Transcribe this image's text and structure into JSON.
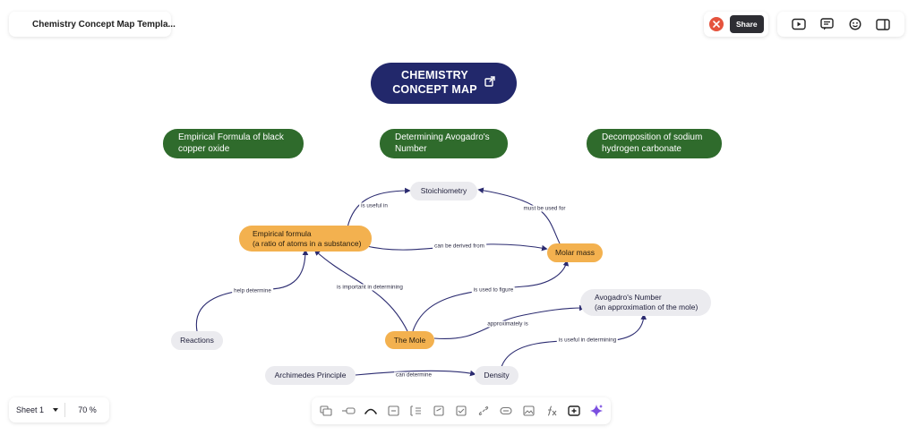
{
  "header": {
    "doc_title": "Chemistry Concept Map Templa...",
    "share_label": "Share"
  },
  "icons": {
    "menu": "hamburger-icon",
    "avatar": "user-avatar-icon",
    "present": "play-icon",
    "comments": "comment-icon",
    "reactions": "smiley-icon",
    "panel": "side-panel-icon",
    "external": "external-link-icon"
  },
  "colors": {
    "root": "#22286b",
    "green": "#2f6b2c",
    "orange": "#f3b14f",
    "grey": "#ebebef",
    "edge": "#2b2b70",
    "accent": "#7b4fe0"
  },
  "diagram": {
    "root": "CHEMISTRY\nCONCEPT MAP",
    "topics": [
      "Empirical Formula of black\ncopper oxide",
      "Determining Avogadro's\nNumber",
      "Decomposition of sodium\nhydrogen carbonate"
    ],
    "nodes": {
      "stoichiometry": "Stoichiometry",
      "empirical": "Empirical formula\n(a ratio of atoms in a substance)",
      "molar_mass": "Molar mass",
      "avogadro": "Avogadro's Number\n(an approximation of the mole)",
      "reactions": "Reactions",
      "mole": "The Mole",
      "archimedes": "Archimedes Principle",
      "density": "Density"
    },
    "edge_labels": {
      "useful_in": "is useful in",
      "must_be_used_for": "must be used for",
      "derived_from": "can be derived from",
      "help_determine": "help determine",
      "important_in": "is important in determining",
      "used_to_figure": "is used to figure",
      "approximately": "approximately is",
      "useful_in_determining": "is useful in determining",
      "can_determine": "can determine"
    }
  },
  "sheet": {
    "name": "Sheet 1",
    "zoom": "70 %"
  },
  "toolbar": {
    "items": [
      "sticky-notes-icon",
      "connector-icon",
      "curve-icon",
      "frame-icon",
      "text-icon",
      "note-icon",
      "checkbox-icon",
      "link-icon",
      "embed-icon",
      "image-icon",
      "formula-icon",
      "add-block-icon",
      "ai-sparkle-icon"
    ]
  }
}
